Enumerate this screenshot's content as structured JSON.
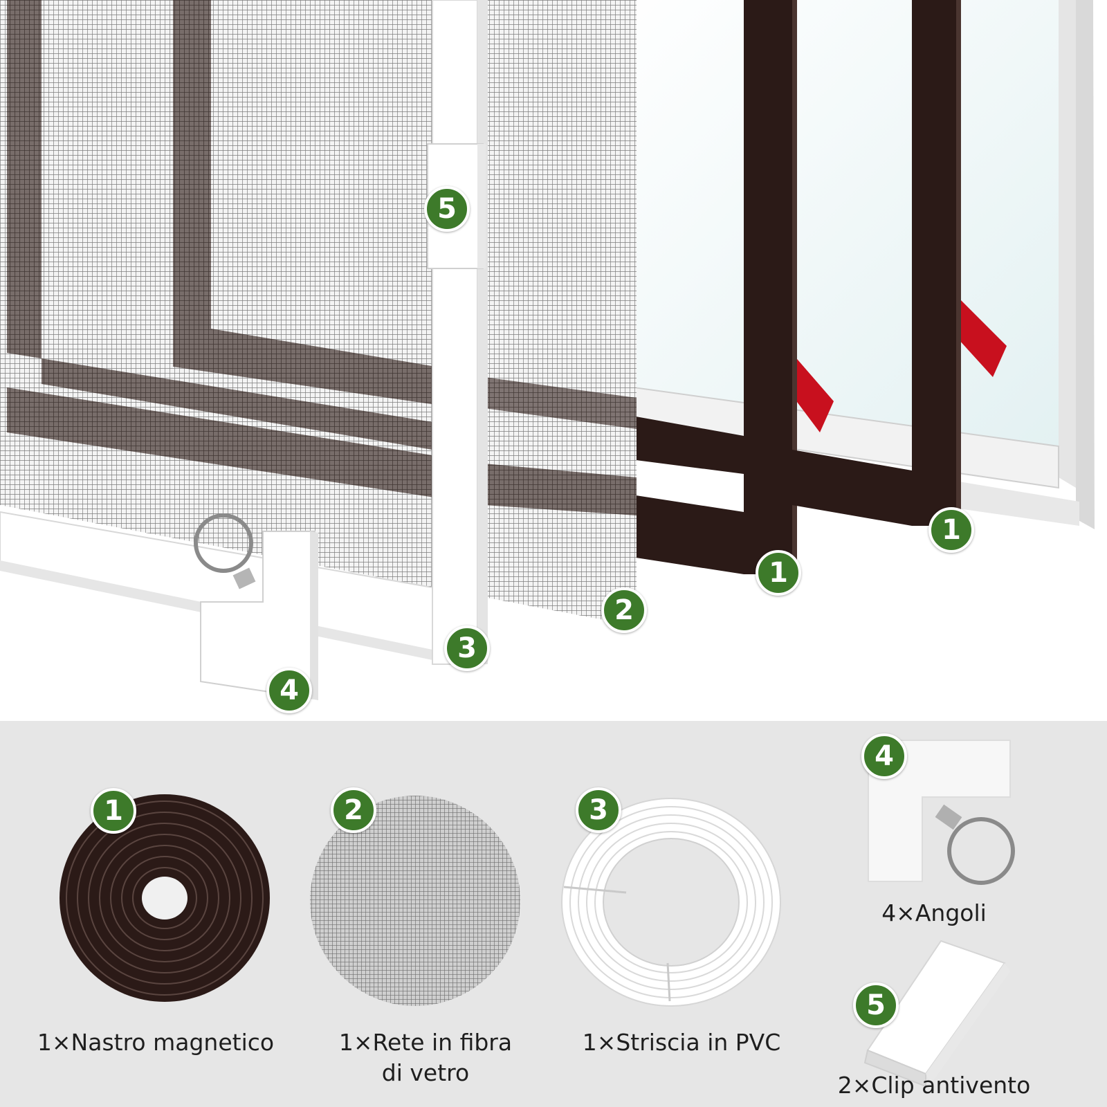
{
  "colors": {
    "badge": "#3d7a2a",
    "magnetic_tape": "#2b1a17",
    "mesh": "#7d7d7d",
    "pvc": "#ffffff",
    "adhesive": "#c8101e",
    "bottom_panel_bg": "#e6e6e6"
  },
  "icons": [
    "ring-icon",
    "corner-piece-icon",
    "clip-icon",
    "tape-roll-icon",
    "mesh-disc-icon",
    "pvc-coil-icon"
  ],
  "diagram_badges": [
    {
      "number": "5"
    },
    {
      "number": "1"
    },
    {
      "number": "1"
    },
    {
      "number": "2"
    },
    {
      "number": "3"
    },
    {
      "number": "4"
    }
  ],
  "parts": [
    {
      "number": "1",
      "label": "1×Nastro magnetico"
    },
    {
      "number": "2",
      "label_line1": "1×Rete in fibra",
      "label_line2": "di vetro"
    },
    {
      "number": "3",
      "label": "1×Striscia in PVC"
    },
    {
      "number": "4",
      "label": "4×Angoli"
    },
    {
      "number": "5",
      "label": "2×Clip antivento"
    }
  ]
}
